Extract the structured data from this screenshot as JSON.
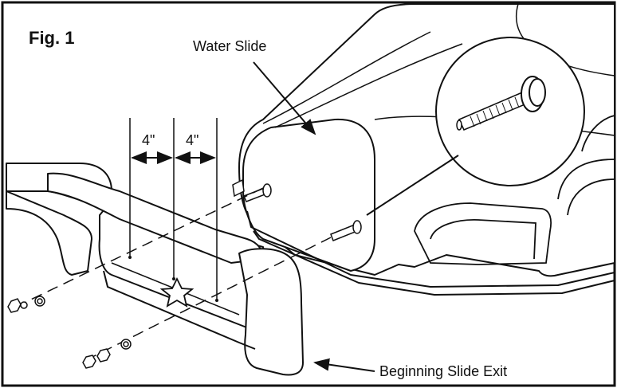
{
  "figure": {
    "label": "Fig. 1"
  },
  "callouts": {
    "water_slide": "Water Slide",
    "beginning_slide_exit": "Beginning Slide Exit"
  },
  "dimensions": {
    "left_gap": "4\"",
    "right_gap": "4\""
  }
}
